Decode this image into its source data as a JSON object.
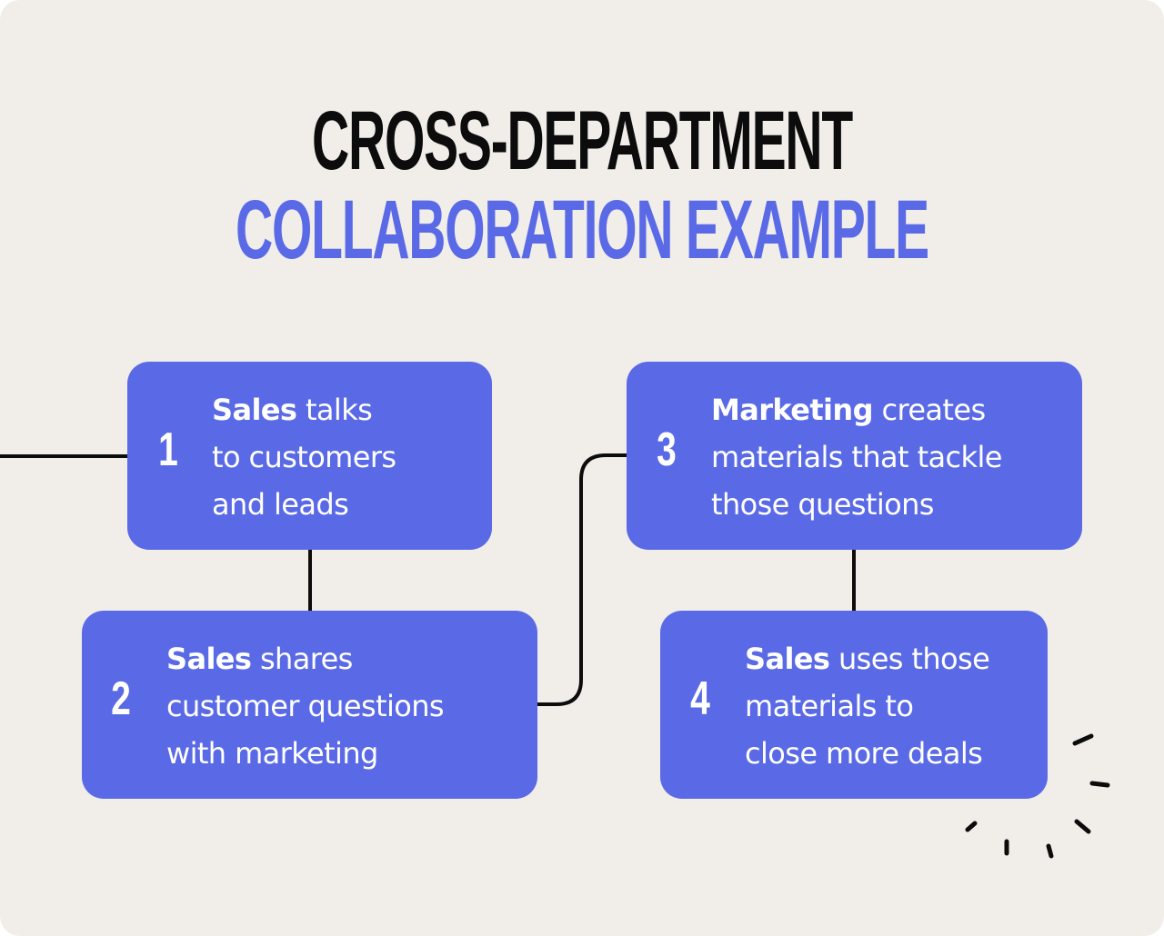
{
  "title": {
    "line1": "CROSS-DEPARTMENT",
    "line2": "COLLABORATION EXAMPLE"
  },
  "colors": {
    "background": "#f1ede8",
    "accent": "#5a6ae6",
    "text_dark": "#0c0c0c",
    "text_light": "#ffffff"
  },
  "steps": [
    {
      "number": "1",
      "department": "Sales",
      "line1_rest": " talks",
      "line2": "to customers",
      "line3": "and leads"
    },
    {
      "number": "2",
      "department": "Sales",
      "line1_rest": " shares",
      "line2": "customer questions",
      "line3": "with marketing"
    },
    {
      "number": "3",
      "department": "Marketing",
      "line1_rest": " creates",
      "line2": "materials that tackle",
      "line3": "those questions"
    },
    {
      "number": "4",
      "department": "Sales",
      "line1_rest": " uses those",
      "line2": "materials to",
      "line3": "close more deals"
    }
  ]
}
